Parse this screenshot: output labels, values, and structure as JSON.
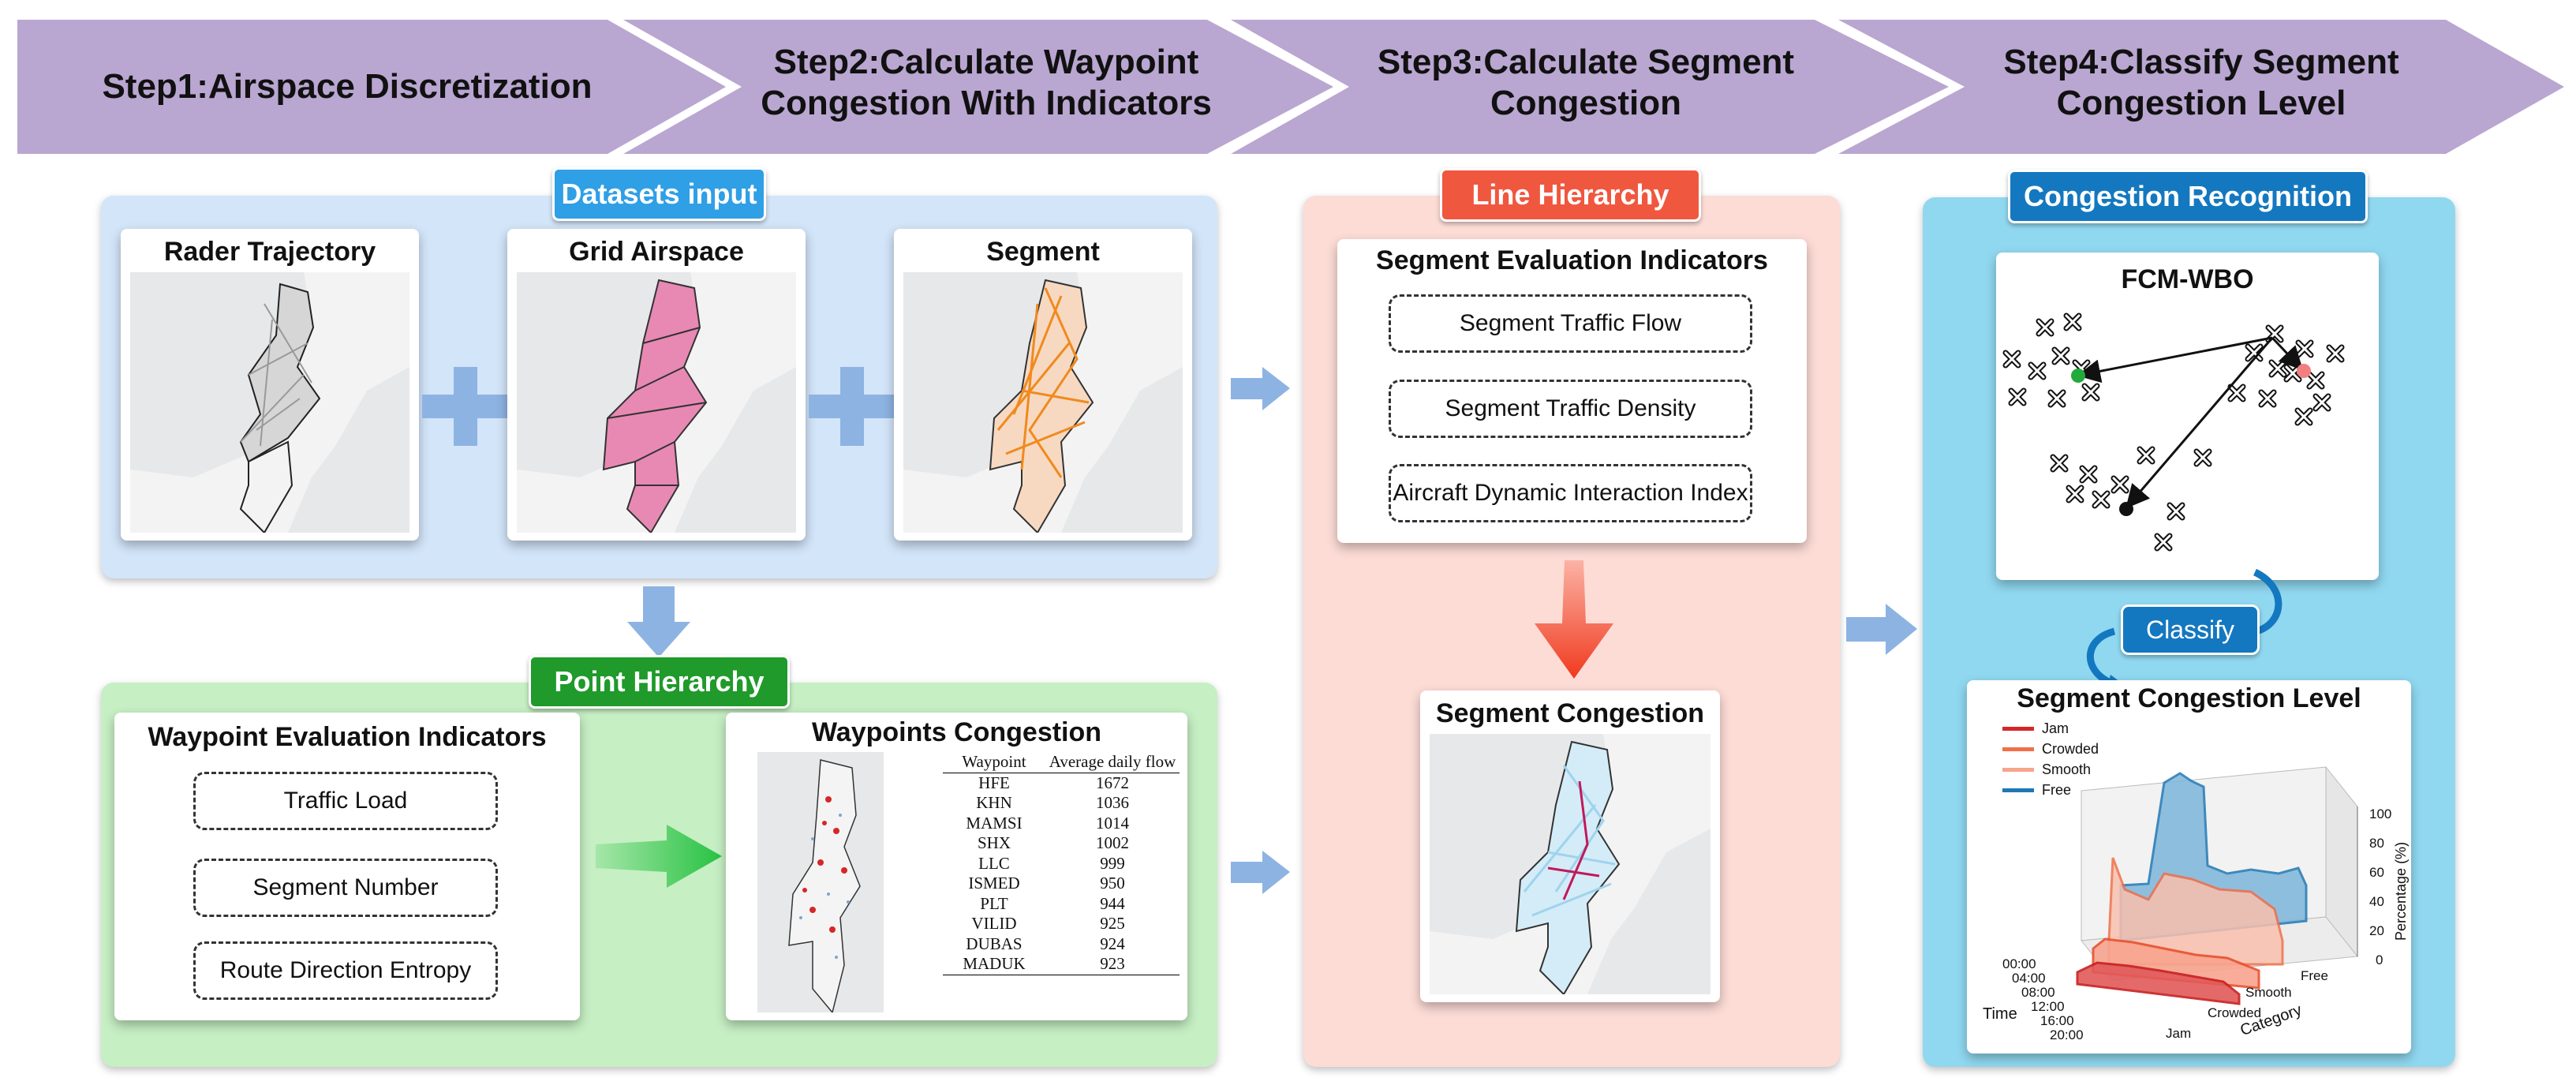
{
  "steps": [
    {
      "line1": "Step1:Airspace Discretization",
      "line2": ""
    },
    {
      "line1": "Step2:Calculate Waypoint",
      "line2": "Congestion With Indicators"
    },
    {
      "line1": "Step3:Calculate Segment",
      "line2": "Congestion"
    },
    {
      "line1": "Step4:Classify Segment",
      "line2": "Congestion Level"
    }
  ],
  "datasets": {
    "tag": "Datasets input",
    "cards": [
      "Rader Trajectory",
      "Grid Airspace",
      "Segment"
    ]
  },
  "point_hierarchy": {
    "tag": "Point Hierarchy",
    "indicators_title": "Waypoint Evaluation Indicators",
    "indicators": [
      "Traffic Load",
      "Segment Number",
      "Route Direction Entropy"
    ],
    "congestion_title": "Waypoints Congestion",
    "table_headers": [
      "Waypoint",
      "Average daily flow"
    ],
    "table_rows": [
      [
        "HFE",
        "1672"
      ],
      [
        "KHN",
        "1036"
      ],
      [
        "MAMSI",
        "1014"
      ],
      [
        "SHX",
        "1002"
      ],
      [
        "LLC",
        "999"
      ],
      [
        "ISMED",
        "950"
      ],
      [
        "PLT",
        "944"
      ],
      [
        "VILID",
        "925"
      ],
      [
        "DUBAS",
        "924"
      ],
      [
        "MADUK",
        "923"
      ]
    ]
  },
  "line_hierarchy": {
    "tag": "Line Hierarchy",
    "indicators_title": "Segment Evaluation Indicators",
    "indicators": [
      "Segment Traffic Flow",
      "Segment Traffic Density",
      "Aircraft Dynamic Interaction Index"
    ],
    "congestion_title": "Segment Congestion"
  },
  "congestion_recognition": {
    "tag": "Congestion Recognition",
    "fcm_title": "FCM-WBO",
    "classify_label": "Classify",
    "level_title": "Segment Congestion Level",
    "legend": [
      "Jam",
      "Crowded",
      "Smooth",
      "Free"
    ],
    "time_ticks": [
      "00:00",
      "04:00",
      "08:00",
      "12:00",
      "16:00",
      "20:00"
    ],
    "time_label": "Time",
    "category_ticks": [
      "Jam",
      "Crowded",
      "Smooth",
      "Free"
    ],
    "category_label": "Category",
    "z_ticks": [
      "0",
      "20",
      "40",
      "60",
      "80",
      "100"
    ],
    "z_label": "Percentage (%)"
  },
  "colors": {
    "step_banner": "#b9a6d1",
    "datasets_panel": "#d3e5f9",
    "datasets_tag": "#2f9fe6",
    "point_panel": "#c6efc4",
    "point_tag": "#1f9a2b",
    "line_panel": "#fddcd6",
    "line_tag": "#f0573f",
    "recognition_panel": "#90d8f0",
    "recognition_tag": "#1478c0",
    "arrow_blue": "#8db3e2",
    "jam": "#d62728",
    "crowded": "#f0704a",
    "smooth": "#f7a58b",
    "free": "#1f77b4"
  }
}
